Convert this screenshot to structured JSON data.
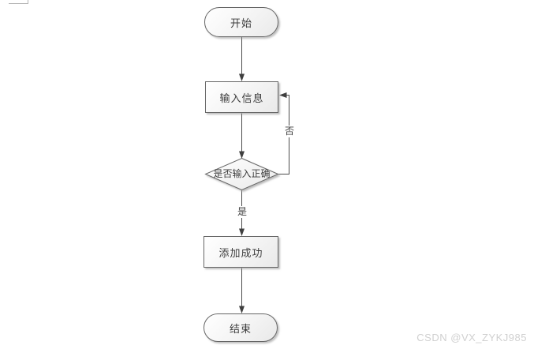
{
  "page": {
    "background": "#ffffff",
    "watermark_text": "CSDN @VX_ZYKJ985"
  },
  "flowchart": {
    "nodes": [
      {
        "id": "start",
        "type": "terminator",
        "label": "开始"
      },
      {
        "id": "input-info",
        "type": "process",
        "label": "输入信息"
      },
      {
        "id": "check-correct",
        "type": "decision",
        "label": "是否输入正确"
      },
      {
        "id": "add-success",
        "type": "process",
        "label": "添加成功"
      },
      {
        "id": "end",
        "type": "terminator",
        "label": "结束"
      }
    ],
    "edges": [
      {
        "from": "start",
        "to": "input-info",
        "label": ""
      },
      {
        "from": "input-info",
        "to": "check-correct",
        "label": ""
      },
      {
        "from": "check-correct",
        "to": "add-success",
        "label": "是"
      },
      {
        "from": "check-correct",
        "to": "input-info",
        "label": "否"
      },
      {
        "from": "add-success",
        "to": "end",
        "label": ""
      }
    ],
    "colors": {
      "node_border": "#666666",
      "node_fill_top": "#ffffff",
      "node_fill_bottom": "#e9e9e9",
      "connector_line": "#4d4d4d",
      "arrowhead": "#3f3f3f",
      "label_text": "#3c3c3c",
      "watermark_text": "#d0d0d0",
      "fragment_border": "#b5b5b5"
    }
  }
}
